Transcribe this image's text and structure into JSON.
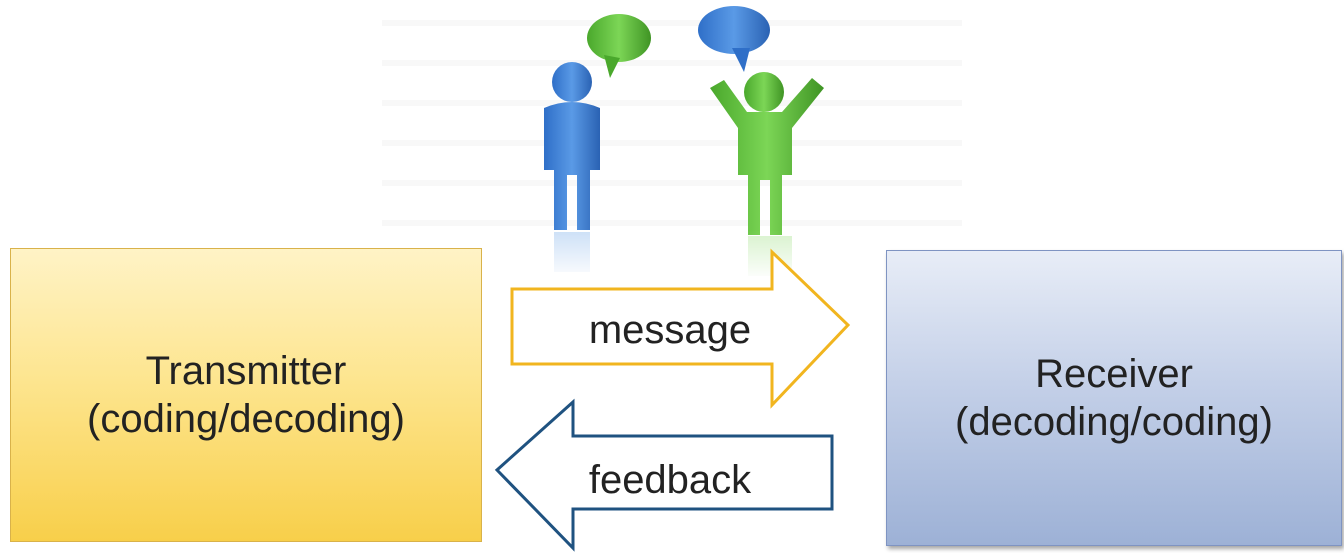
{
  "transmitter": {
    "title": "Transmitter",
    "subtitle": "(coding/decoding)",
    "color": "#f8cf4a"
  },
  "receiver": {
    "title": "Receiver",
    "subtitle": "(decoding/coding)",
    "color": "#9db1d6"
  },
  "arrows": {
    "message": {
      "label": "message",
      "stroke": "#f1b51f"
    },
    "feedback": {
      "label": "feedback",
      "stroke": "#1f5280"
    }
  },
  "illustration": {
    "people": [
      "blue-person-icon",
      "green-person-icon"
    ],
    "bubbles": [
      "green-speech-bubble-icon",
      "blue-speech-bubble-icon"
    ],
    "colors": {
      "blue": "#3a7bd5",
      "green": "#5cbf3a"
    }
  }
}
